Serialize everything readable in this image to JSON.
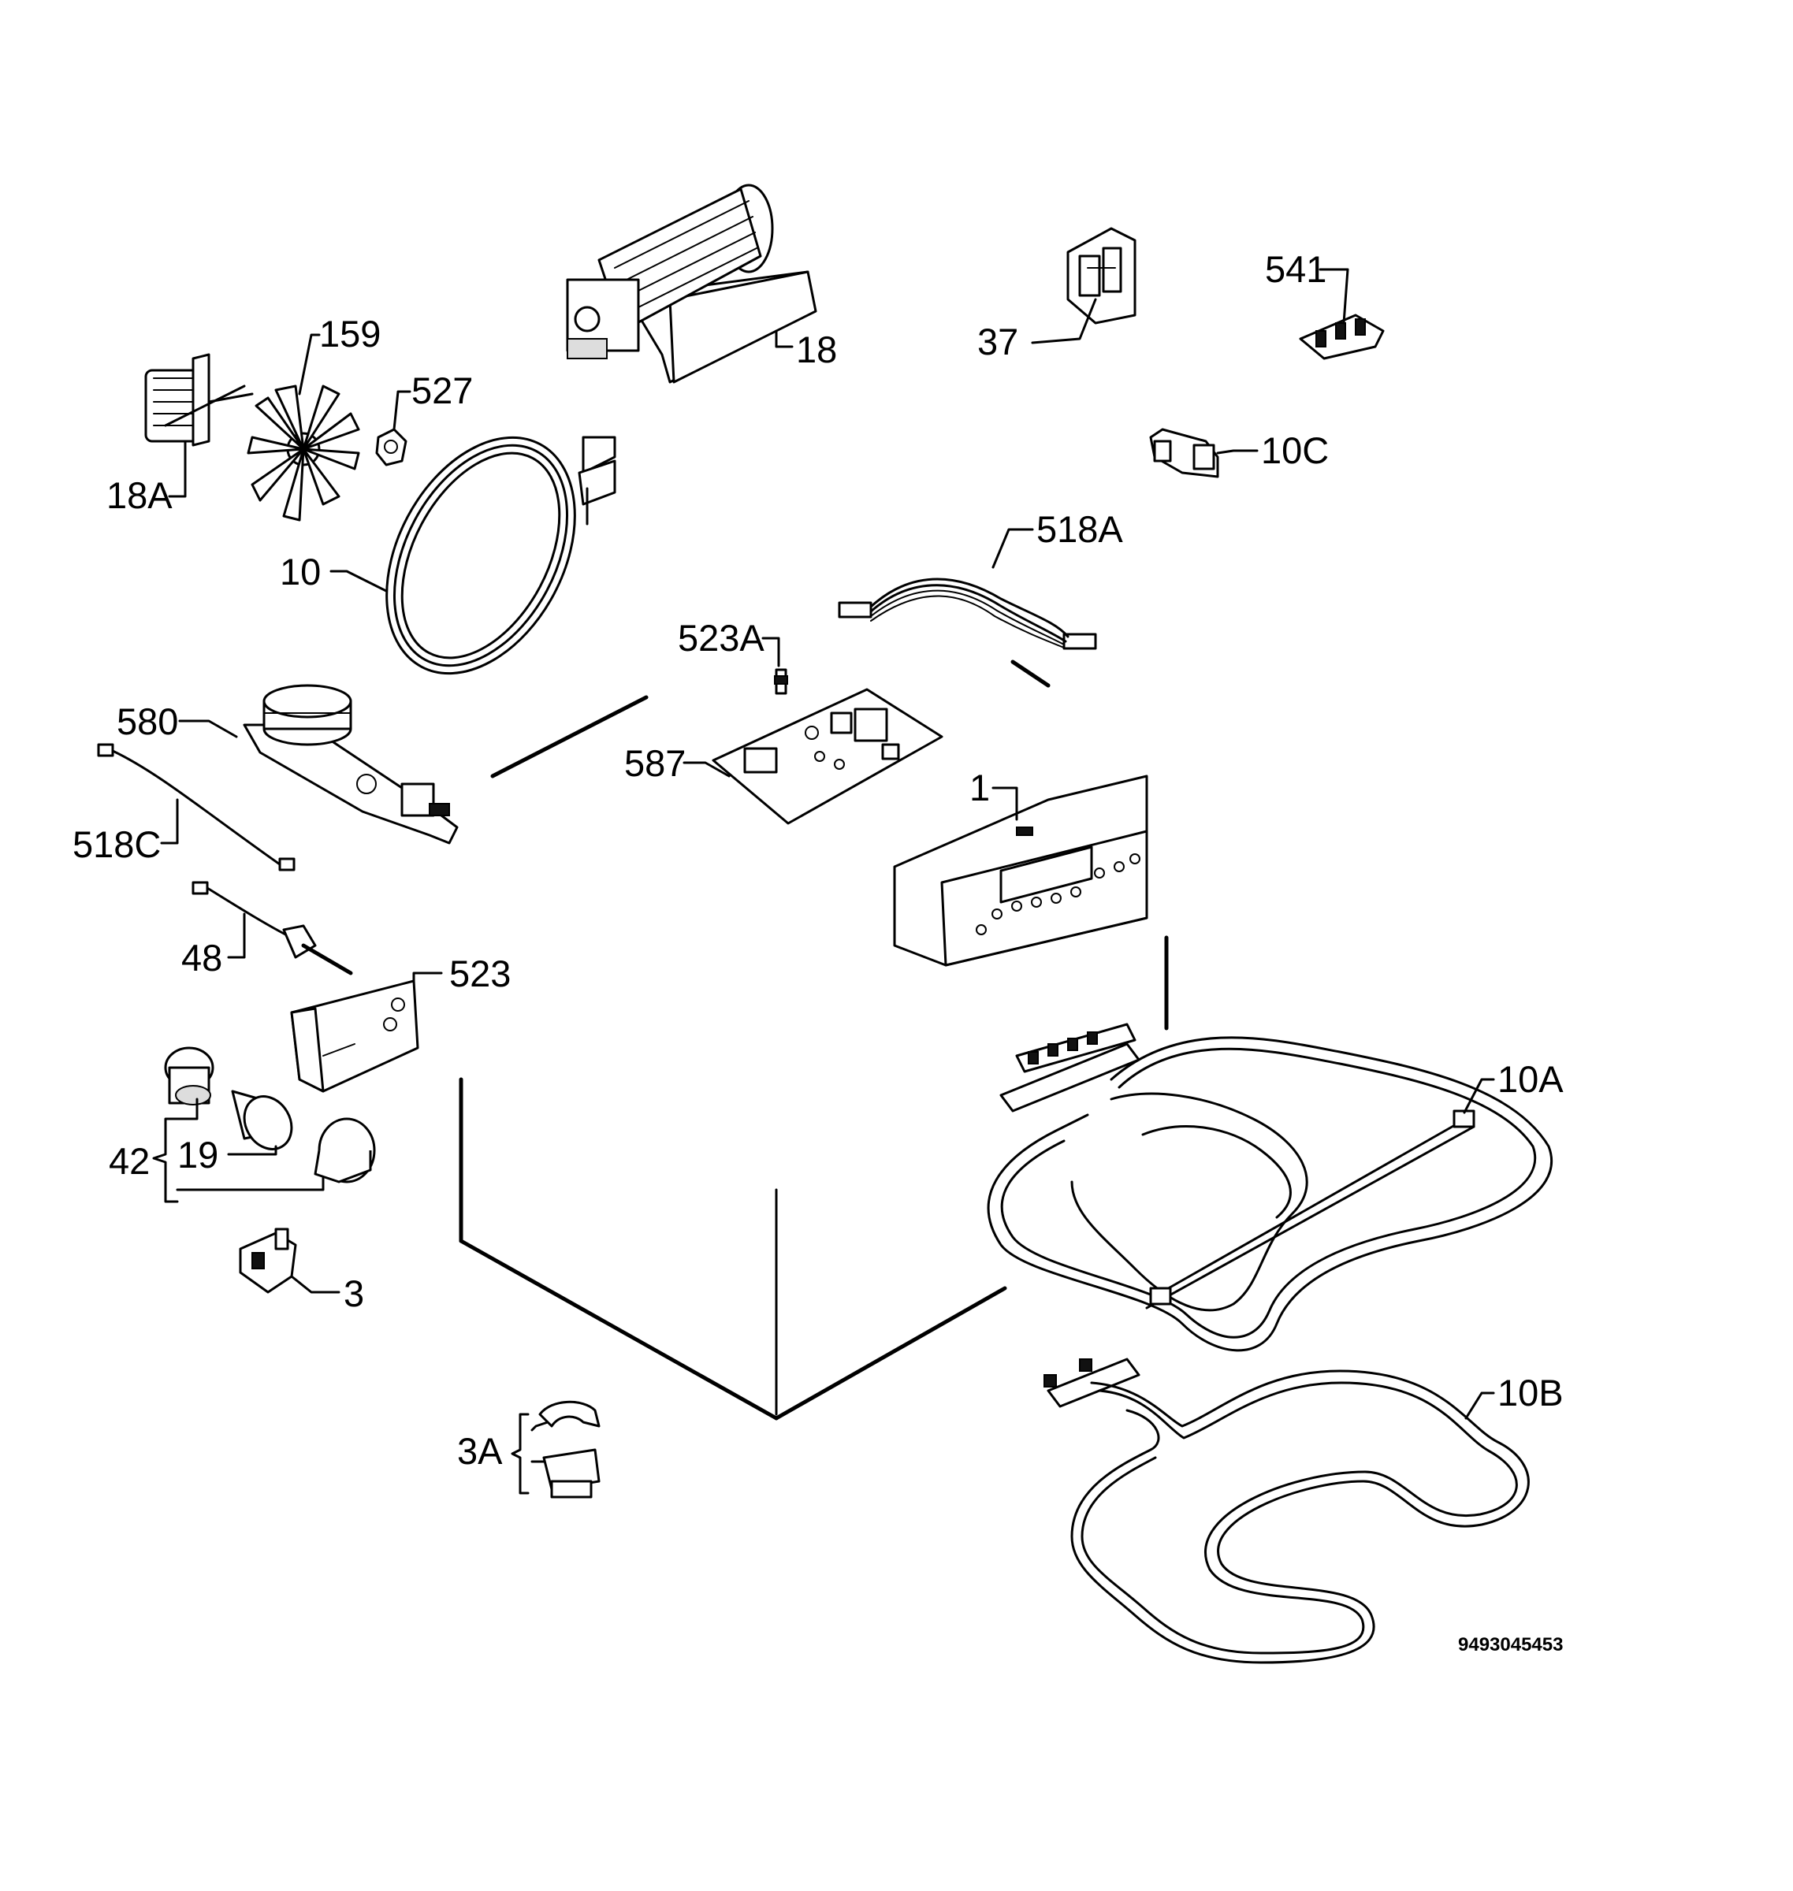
{
  "diagram": {
    "drawing_number": "9493045453",
    "callouts": [
      {
        "id": "18",
        "label": "18"
      },
      {
        "id": "18A",
        "label": "18A"
      },
      {
        "id": "159",
        "label": "159"
      },
      {
        "id": "527",
        "label": "527"
      },
      {
        "id": "10",
        "label": "10"
      },
      {
        "id": "37",
        "label": "37"
      },
      {
        "id": "541",
        "label": "541"
      },
      {
        "id": "10C",
        "label": "10C"
      },
      {
        "id": "518A",
        "label": "518A"
      },
      {
        "id": "523A",
        "label": "523A"
      },
      {
        "id": "580",
        "label": "580"
      },
      {
        "id": "587",
        "label": "587"
      },
      {
        "id": "1",
        "label": "1"
      },
      {
        "id": "518C",
        "label": "518C"
      },
      {
        "id": "48",
        "label": "48"
      },
      {
        "id": "523",
        "label": "523"
      },
      {
        "id": "42",
        "label": "42"
      },
      {
        "id": "19",
        "label": "19"
      },
      {
        "id": "3",
        "label": "3"
      },
      {
        "id": "3A",
        "label": "3A"
      },
      {
        "id": "10A",
        "label": "10A"
      },
      {
        "id": "10B",
        "label": "10B"
      }
    ]
  }
}
